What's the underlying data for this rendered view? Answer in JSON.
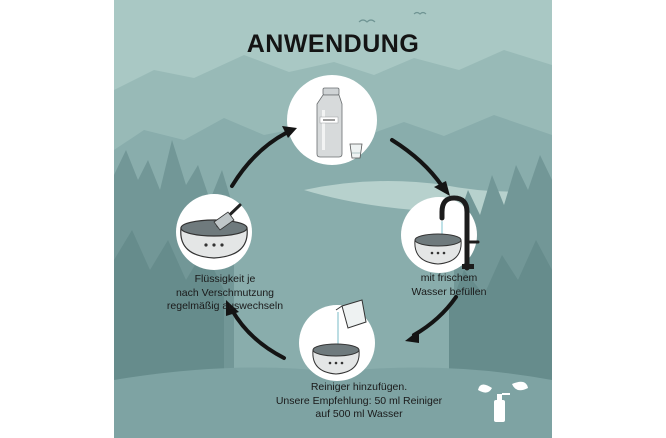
{
  "title": "ANWENDUNG",
  "steps": [
    {
      "id": "bottle",
      "lines": []
    },
    {
      "id": "fill",
      "lines": [
        "mit frischem",
        "Wasser befüllen"
      ]
    },
    {
      "id": "add",
      "lines": [
        "Reiniger hinzufügen.",
        "Unsere Empfehlung: 50 ml Reiniger",
        "auf 500 ml Wasser"
      ]
    },
    {
      "id": "change",
      "lines": [
        "Flüssigkeit je",
        "nach Verschmutzung",
        "regelmäßig auswechseln"
      ]
    }
  ],
  "icons": [
    "bottle-icon",
    "measuring-cup-icon",
    "faucet-icon",
    "cleaning-bowl-icon",
    "pouring-jug-icon",
    "brush-icon",
    "spray-bottle-leaf-icon"
  ],
  "colors": {
    "sky": "#a9c8c4",
    "mountain_far": "#94b7b4",
    "mountain_mid": "#83a8a8",
    "forest": "#709595",
    "circle": "#ffffff",
    "arrow": "#141414",
    "text": "#141414"
  }
}
